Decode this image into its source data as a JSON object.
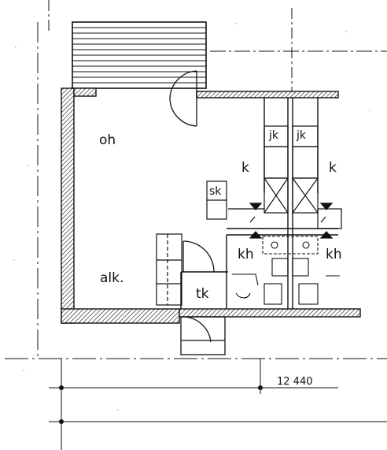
{
  "plan": {
    "rooms": {
      "living": "oh",
      "alcove": "alk.",
      "kitchen_left": "k",
      "kitchen_right": "k",
      "sauna": "sk",
      "bathroom_left": "kh",
      "bathroom_right": "kh",
      "closet": "tk",
      "cabinet_left": "jk",
      "cabinet_right": "jk"
    },
    "dimension": "12 440"
  },
  "colors": {
    "ink": "#111111",
    "paper": "#ffffff"
  }
}
